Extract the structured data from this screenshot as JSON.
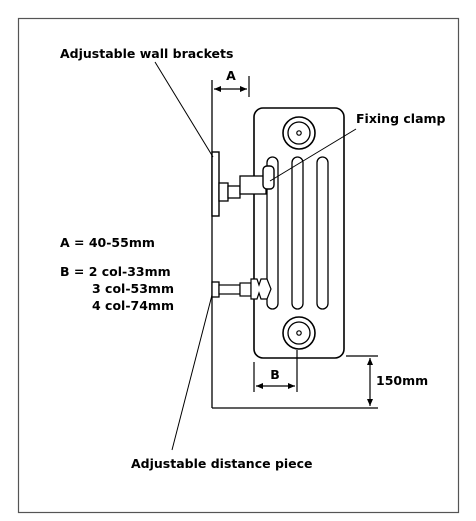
{
  "labels": {
    "wall_brackets": "Adjustable wall brackets",
    "fixing_clamp": "Fixing clamp",
    "distance_piece": "Adjustable distance piece",
    "dim_a": "A",
    "dim_b": "B",
    "height": "150mm",
    "a_spec": "A = 40-55mm",
    "b_spec_1": "B = 2 col-33mm",
    "b_spec_2": "3 col-53mm",
    "b_spec_3": "4 col-74mm"
  }
}
